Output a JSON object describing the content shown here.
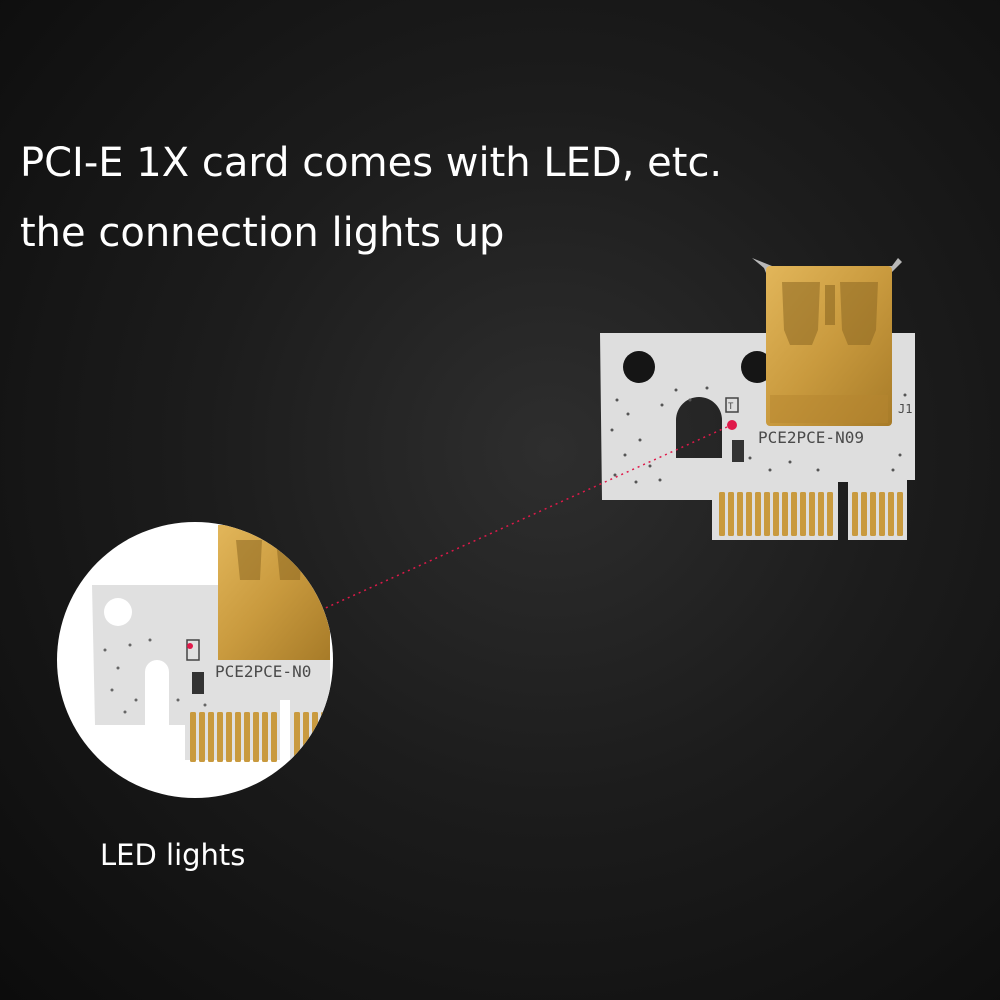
{
  "headline": {
    "line1": "PCI-E 1X card comes with LED, etc.",
    "line2": "the connection lights up"
  },
  "card": {
    "model_label": "PCE2PCE-N09",
    "zoom_model_label": "PCE2PCE-N0"
  },
  "callout": {
    "caption": "LED lights",
    "led_color": "#e0194a"
  },
  "colors": {
    "board": "#dedede",
    "gold": "#c99a3e",
    "background": "#1a1a1a"
  }
}
